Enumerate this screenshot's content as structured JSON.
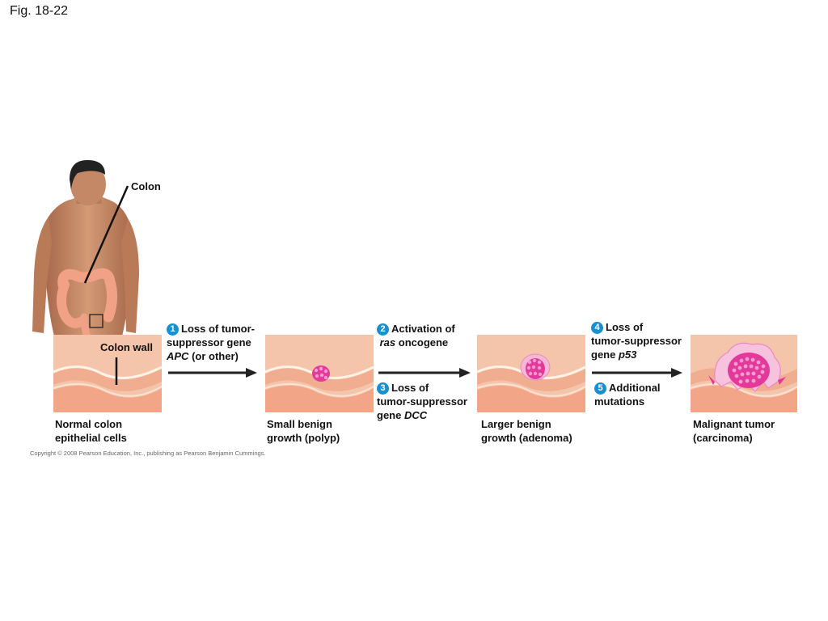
{
  "figure_label": "Fig. 18-22",
  "labels": {
    "colon": "Colon",
    "colon_wall": "Colon wall"
  },
  "steps": [
    {
      "number": "1",
      "line1": "Loss of tumor-",
      "line2": "suppressor gene",
      "gene": "APC",
      "line3_rest": " (or other)"
    },
    {
      "number": "2",
      "line1": "Activation of",
      "gene": "ras",
      "line2_rest": " oncogene"
    },
    {
      "number": "3",
      "line1": "Loss of",
      "line2": "tumor-suppressor",
      "line3_prefix": "gene ",
      "gene": "DCC"
    },
    {
      "number": "4",
      "line1": "Loss of",
      "line2": "tumor-suppressor",
      "line3_prefix": "gene ",
      "gene": "p53"
    },
    {
      "number": "5",
      "line1": "Additional",
      "line2": "mutations"
    }
  ],
  "stages": [
    {
      "line1": "Normal colon",
      "line2": "epithelial cells"
    },
    {
      "line1": "Small benign",
      "line2": "growth (polyp)"
    },
    {
      "line1": "Larger benign",
      "line2": "growth (adenoma)"
    },
    {
      "line1": "Malignant tumor",
      "line2": "(carcinoma)"
    }
  ],
  "copyright": "Copyright © 2008 Pearson Education, Inc., publishing as Pearson Benjamin Cummings.",
  "colors": {
    "tissue_top": "#f4c4a8",
    "tissue_band": "#f2a787",
    "tumor": "#e3399a",
    "badge": "#1a8fd0",
    "skin": "#c98a68"
  }
}
